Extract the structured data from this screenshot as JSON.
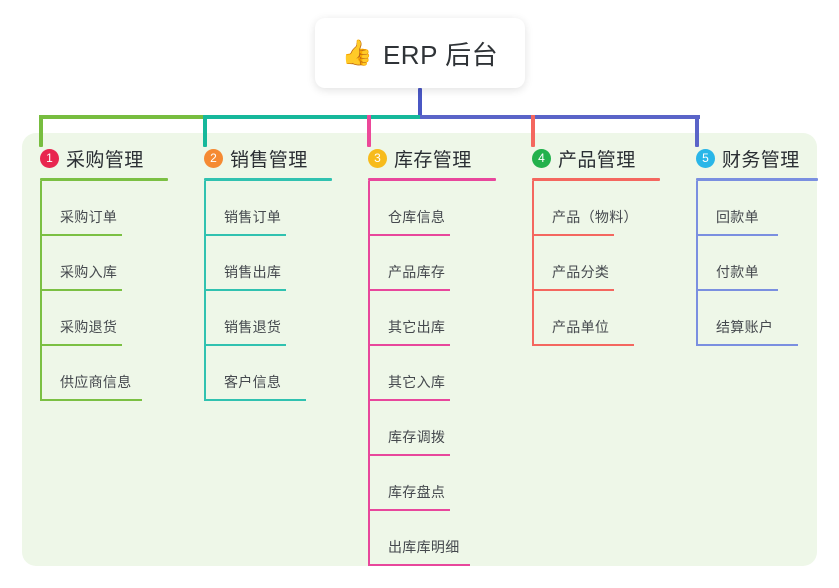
{
  "diagram": {
    "type": "mindmap-tree",
    "root": {
      "icon": "thumbs-up-emoji",
      "emoji": "👍",
      "title": "ERP 后台"
    },
    "palette": {
      "panel_bg": "#eef7e8",
      "page_bg": "#ffffff",
      "root_stem": "#4a57c4",
      "bus_left": "#77bd3f",
      "bus_mid": "#16b89b",
      "bus_right": "#5a64c8",
      "text_dark": "#2a2e33",
      "text_item": "#45494e"
    },
    "branches": [
      {
        "number": "1",
        "title": "采购管理",
        "badge_color": "#e8264f",
        "line_color": "#7bc043",
        "drop_color": "#77bd3f",
        "items": [
          "采购订单",
          "采购入库",
          "采购退货",
          "供应商信息"
        ]
      },
      {
        "number": "2",
        "title": "销售管理",
        "badge_color": "#f58a33",
        "line_color": "#30c2b0",
        "drop_color": "#16b89b",
        "items": [
          "销售订单",
          "销售出库",
          "销售退货",
          "客户信息"
        ]
      },
      {
        "number": "3",
        "title": "库存管理",
        "badge_color": "#f7bb1c",
        "line_color": "#e8479c",
        "drop_color": "#ec4899",
        "items": [
          "仓库信息",
          "产品库存",
          "其它出库",
          "其它入库",
          "库存调拨",
          "库存盘点",
          "出库库明细"
        ]
      },
      {
        "number": "4",
        "title": "产品管理",
        "badge_color": "#22b14c",
        "line_color": "#f4675f",
        "drop_color": "#f4675f",
        "items": [
          "产品（物料）",
          "产品分类",
          "产品单位"
        ]
      },
      {
        "number": "5",
        "title": "财务管理",
        "badge_color": "#29b6e8",
        "line_color": "#7a8fe0",
        "drop_color": "#5a64c8",
        "items": [
          "回款单",
          "付款单",
          "结算账户"
        ]
      }
    ]
  }
}
